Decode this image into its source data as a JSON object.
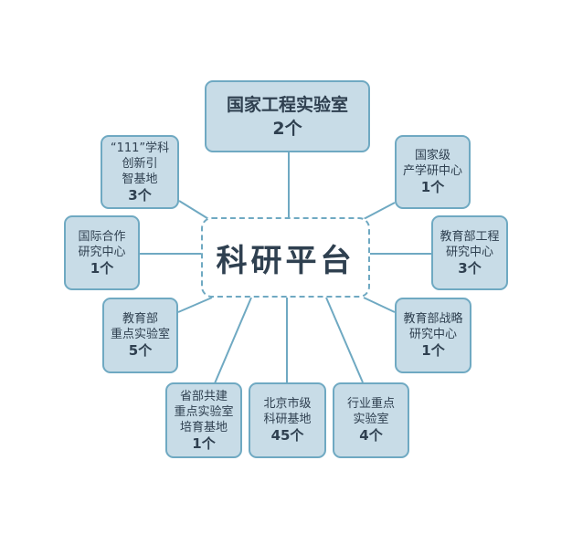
{
  "center": "科研平台",
  "nodes": [
    {
      "lines": [
        "国家工程实验室"
      ],
      "count": "2个"
    },
    {
      "lines": [
        "“111”学科",
        "创新引",
        "智基地"
      ],
      "count": "3个"
    },
    {
      "lines": [
        "国家级",
        "产学研中心"
      ],
      "count": "1个"
    },
    {
      "lines": [
        "国际合作",
        "研究中心"
      ],
      "count": "1个"
    },
    {
      "lines": [
        "教育部工程",
        "研究中心"
      ],
      "count": "3个"
    },
    {
      "lines": [
        "教育部",
        "重点实验室"
      ],
      "count": "5个"
    },
    {
      "lines": [
        "教育部战略",
        "研究中心"
      ],
      "count": "1个"
    },
    {
      "lines": [
        "省部共建",
        "重点实验室",
        "培育基地"
      ],
      "count": "1个"
    },
    {
      "lines": [
        "北京市级",
        "科研基地"
      ],
      "count": "45个"
    },
    {
      "lines": [
        "行业重点",
        "实验室"
      ],
      "count": "4个"
    }
  ],
  "colors": {
    "fill": "#c8dce7",
    "border": "#6fa9c2",
    "text": "#2f4050"
  }
}
